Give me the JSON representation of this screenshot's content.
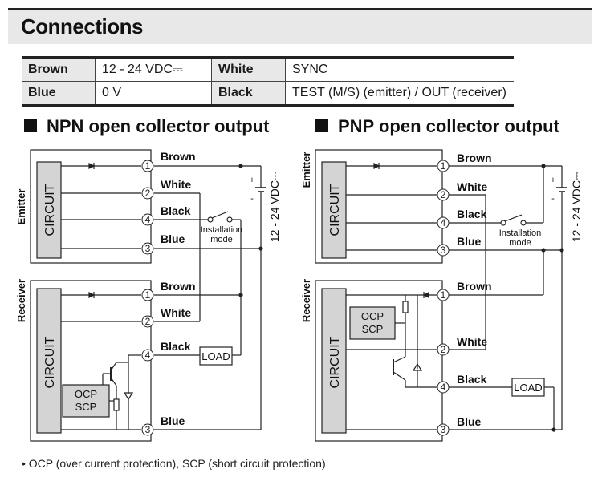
{
  "section_title": "Connections",
  "table": {
    "rows": [
      {
        "k1": "Brown",
        "v1": "12 - 24 VDC⎓",
        "k2": "White",
        "v2": "SYNC"
      },
      {
        "k1": "Blue",
        "v1": "0 V",
        "k2": "Black",
        "v2": "TEST (M/S) (emitter) / OUT (receiver)"
      }
    ]
  },
  "npn": {
    "title": "NPN open collector output",
    "emitter_label": "Emitter",
    "receiver_label": "Receiver",
    "circuit_label": "CIRCUIT",
    "emitter_terminals": [
      {
        "num": "1",
        "wire": "Brown"
      },
      {
        "num": "2",
        "wire": "White"
      },
      {
        "num": "4",
        "wire": "Black"
      },
      {
        "num": "3",
        "wire": "Blue"
      }
    ],
    "receiver_terminals": [
      {
        "num": "1",
        "wire": "Brown"
      },
      {
        "num": "2",
        "wire": "White"
      },
      {
        "num": "4",
        "wire": "Black"
      },
      {
        "num": "3",
        "wire": "Blue"
      }
    ],
    "ocp_label": "OCP",
    "scp_label": "SCP",
    "load_label": "LOAD",
    "installation_label": "Installation",
    "mode_label": "mode",
    "supply_label": "12 - 24 VDC⎓",
    "plus": "+",
    "minus": "-"
  },
  "pnp": {
    "title": "PNP open collector output",
    "emitter_label": "Emitter",
    "receiver_label": "Receiver",
    "circuit_label": "CIRCUIT",
    "emitter_terminals": [
      {
        "num": "1",
        "wire": "Brown"
      },
      {
        "num": "2",
        "wire": "White"
      },
      {
        "num": "4",
        "wire": "Black"
      },
      {
        "num": "3",
        "wire": "Blue"
      }
    ],
    "receiver_terminals": [
      {
        "num": "1",
        "wire": "Brown"
      },
      {
        "num": "2",
        "wire": "White"
      },
      {
        "num": "4",
        "wire": "Black"
      },
      {
        "num": "3",
        "wire": "Blue"
      }
    ],
    "ocp_label": "OCP",
    "scp_label": "SCP",
    "load_label": "LOAD",
    "installation_label": "Installation",
    "mode_label": "mode",
    "supply_label": "12 - 24 VDC⎓",
    "plus": "+",
    "minus": "-"
  },
  "footnote": "•  OCP (over current protection), SCP (short circuit protection)",
  "colors": {
    "fill_gray": "#d4d4d4",
    "line": "#222222",
    "header_bg": "#e8e8e8"
  }
}
